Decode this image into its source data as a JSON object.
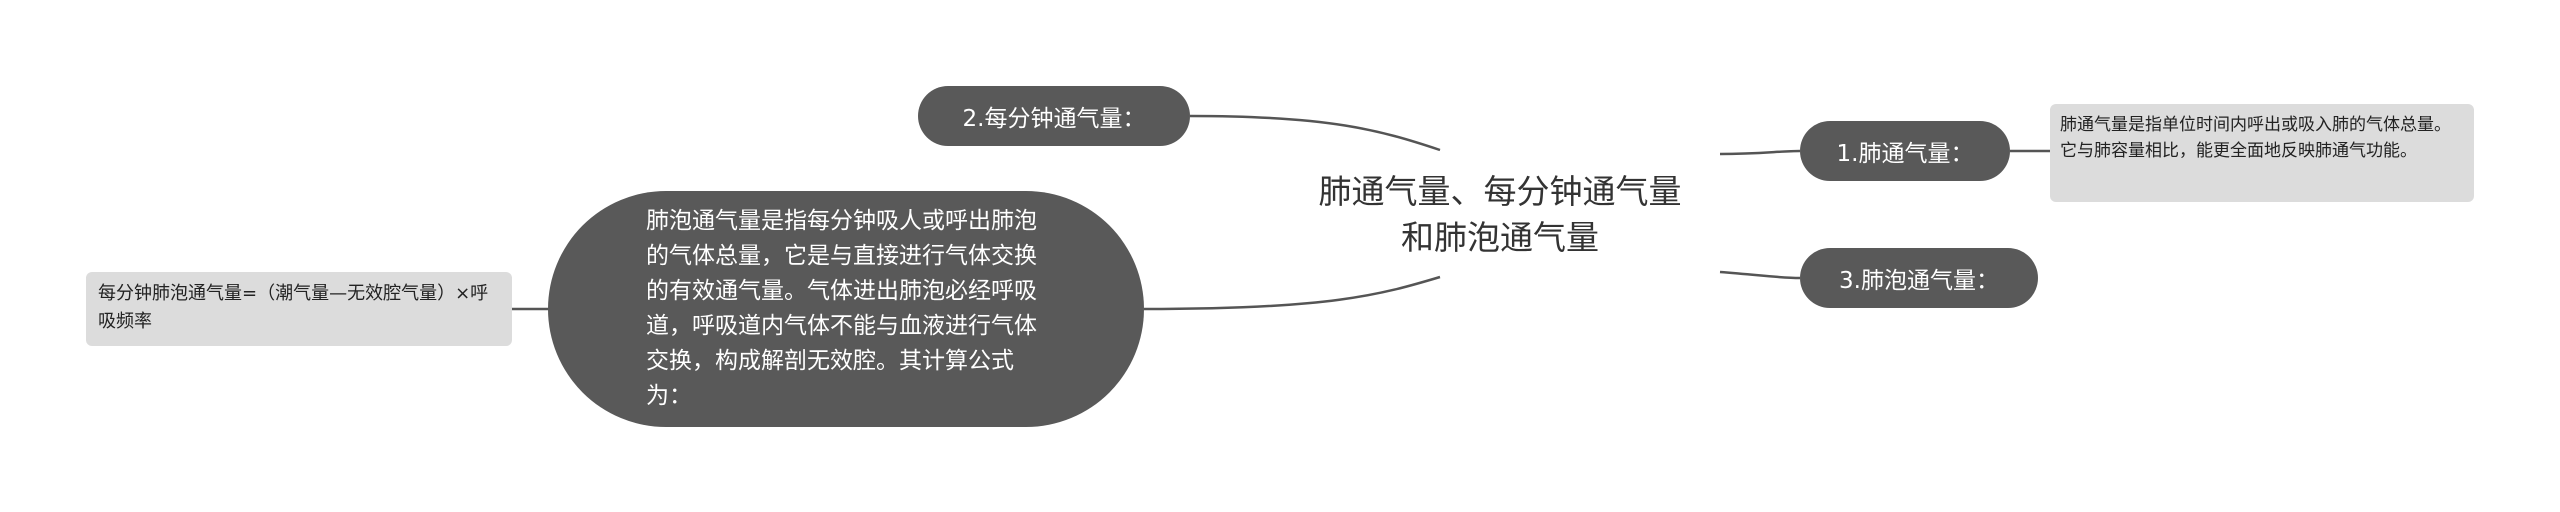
{
  "root": {
    "lines": [
      "肺通气量、每分钟通气量",
      "和肺泡通气量"
    ]
  },
  "branches": {
    "per_minute": {
      "label": "2.每分钟通气量："
    },
    "pulmonary": {
      "label": "1.肺通气量："
    },
    "alveolar": {
      "label": "3.肺泡通气量："
    }
  },
  "details": {
    "alveolar_desc": "肺泡通气量是指每分钟吸人或呼出肺泡的气体总量，它是与直接进行气体交换的有效通气量。气体进出肺泡必经呼吸道，呼吸道内气体不能与血液进行气体交换，构成解剖无效腔。其计算公式为：",
    "pulmonary_def": "肺通气量是指单位时间内呼出或吸入肺的气体总量。它与肺容量相比，能更全面地反映肺通气功能。",
    "formula": "每分钟肺泡通气量=（潮气量—无效腔气量）×呼吸频率"
  },
  "colors": {
    "line": "#555555",
    "dark_node": "#595959",
    "light_node": "#dcdcdc",
    "root_text": "#333333"
  }
}
